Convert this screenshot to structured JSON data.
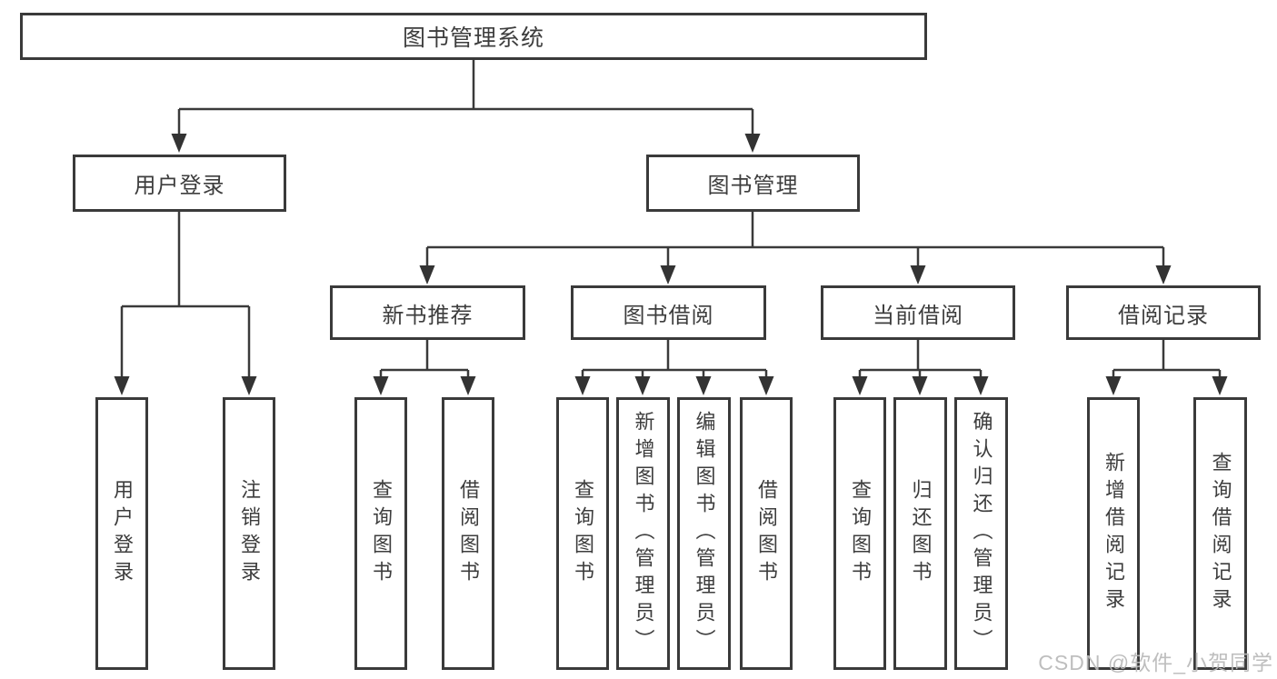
{
  "diagram": {
    "type": "hierarchy-tree",
    "root": "图书管理系统",
    "level2": [
      "用户登录",
      "图书管理"
    ],
    "level3": [
      "新书推荐",
      "图书借阅",
      "当前借阅",
      "借阅记录"
    ],
    "leaves": [
      "用户登录",
      "注销登录",
      "查询图书",
      "借阅图书",
      "查询图书",
      "新增图书（管理员）",
      "编辑图书（管理员）",
      "借阅图书",
      "查询图书",
      "归还图书",
      "确认归还（管理员）",
      "新增借阅记录",
      "查询借阅记录"
    ],
    "edges": [
      "图书管理系统→用户登录",
      "图书管理系统→图书管理",
      "用户登录→用户登录",
      "用户登录→注销登录",
      "图书管理→新书推荐",
      "图书管理→图书借阅",
      "图书管理→当前借阅",
      "图书管理→借阅记录",
      "新书推荐→查询图书",
      "新书推荐→借阅图书",
      "图书借阅→查询图书",
      "图书借阅→新增图书（管理员）",
      "图书借阅→编辑图书（管理员）",
      "图书借阅→借阅图书",
      "当前借阅→查询图书",
      "当前借阅→归还图书",
      "当前借阅→确认归还（管理员）",
      "借阅记录→新增借阅记录",
      "借阅记录→查询借阅记录"
    ]
  },
  "watermark": "CSDN @软件_小贺同学",
  "colors": {
    "line": "#3a3a3a",
    "arrow": "#333333",
    "text": "#3d3d3d",
    "watermark": "#b9b9b9",
    "background": "#ffffff"
  }
}
